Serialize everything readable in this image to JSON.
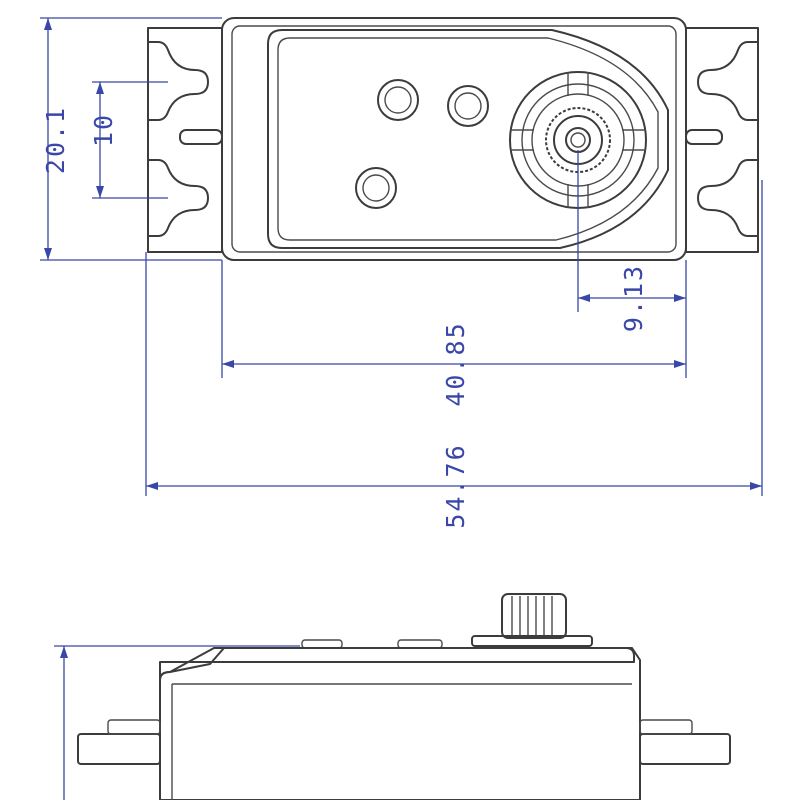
{
  "colors": {
    "dimension": "#3a47a8",
    "outline": "#3c3c3c",
    "background": "#ffffff"
  },
  "dimensions": {
    "total_length": "54.76",
    "body_length": "40.85",
    "output_offset": "9.13",
    "body_width": "20.1",
    "hole_spacing": "10"
  }
}
